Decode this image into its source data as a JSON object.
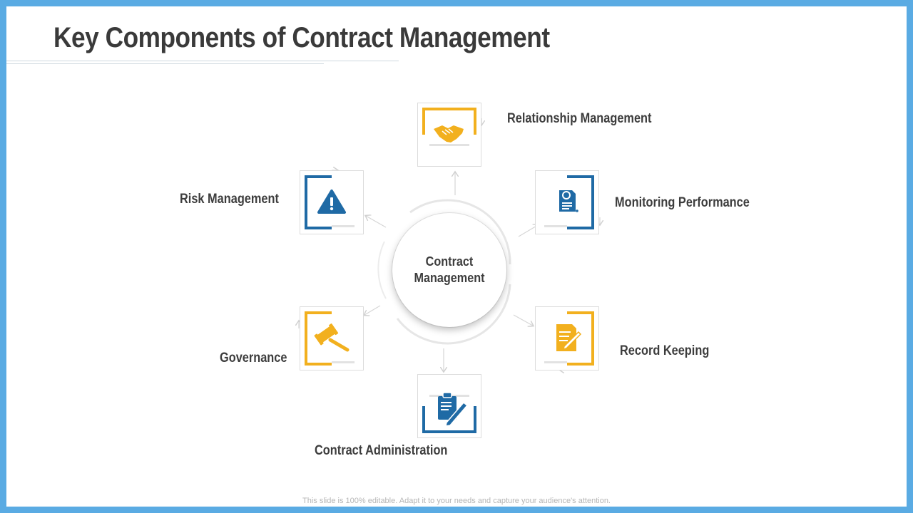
{
  "title": "Key Components of Contract Management",
  "center_label": "Contract Management",
  "components": [
    {
      "label": "Relationship Management",
      "icon": "handshake-icon"
    },
    {
      "label": "Monitoring Performance",
      "icon": "document-search-icon"
    },
    {
      "label": "Record Keeping",
      "icon": "document-edit-icon"
    },
    {
      "label": "Contract Administration",
      "icon": "clipboard-pencil-icon"
    },
    {
      "label": "Governance",
      "icon": "gavel-icon"
    },
    {
      "label": "Risk Management",
      "icon": "warning-icon"
    }
  ],
  "footer": "This slide is 100% editable. Adapt it to your needs and capture your audience's attention.",
  "colors": {
    "frame": "#5aabe3",
    "yellow": "#f2b01e",
    "blue": "#1f6aa5",
    "text": "#3d3d3d"
  }
}
